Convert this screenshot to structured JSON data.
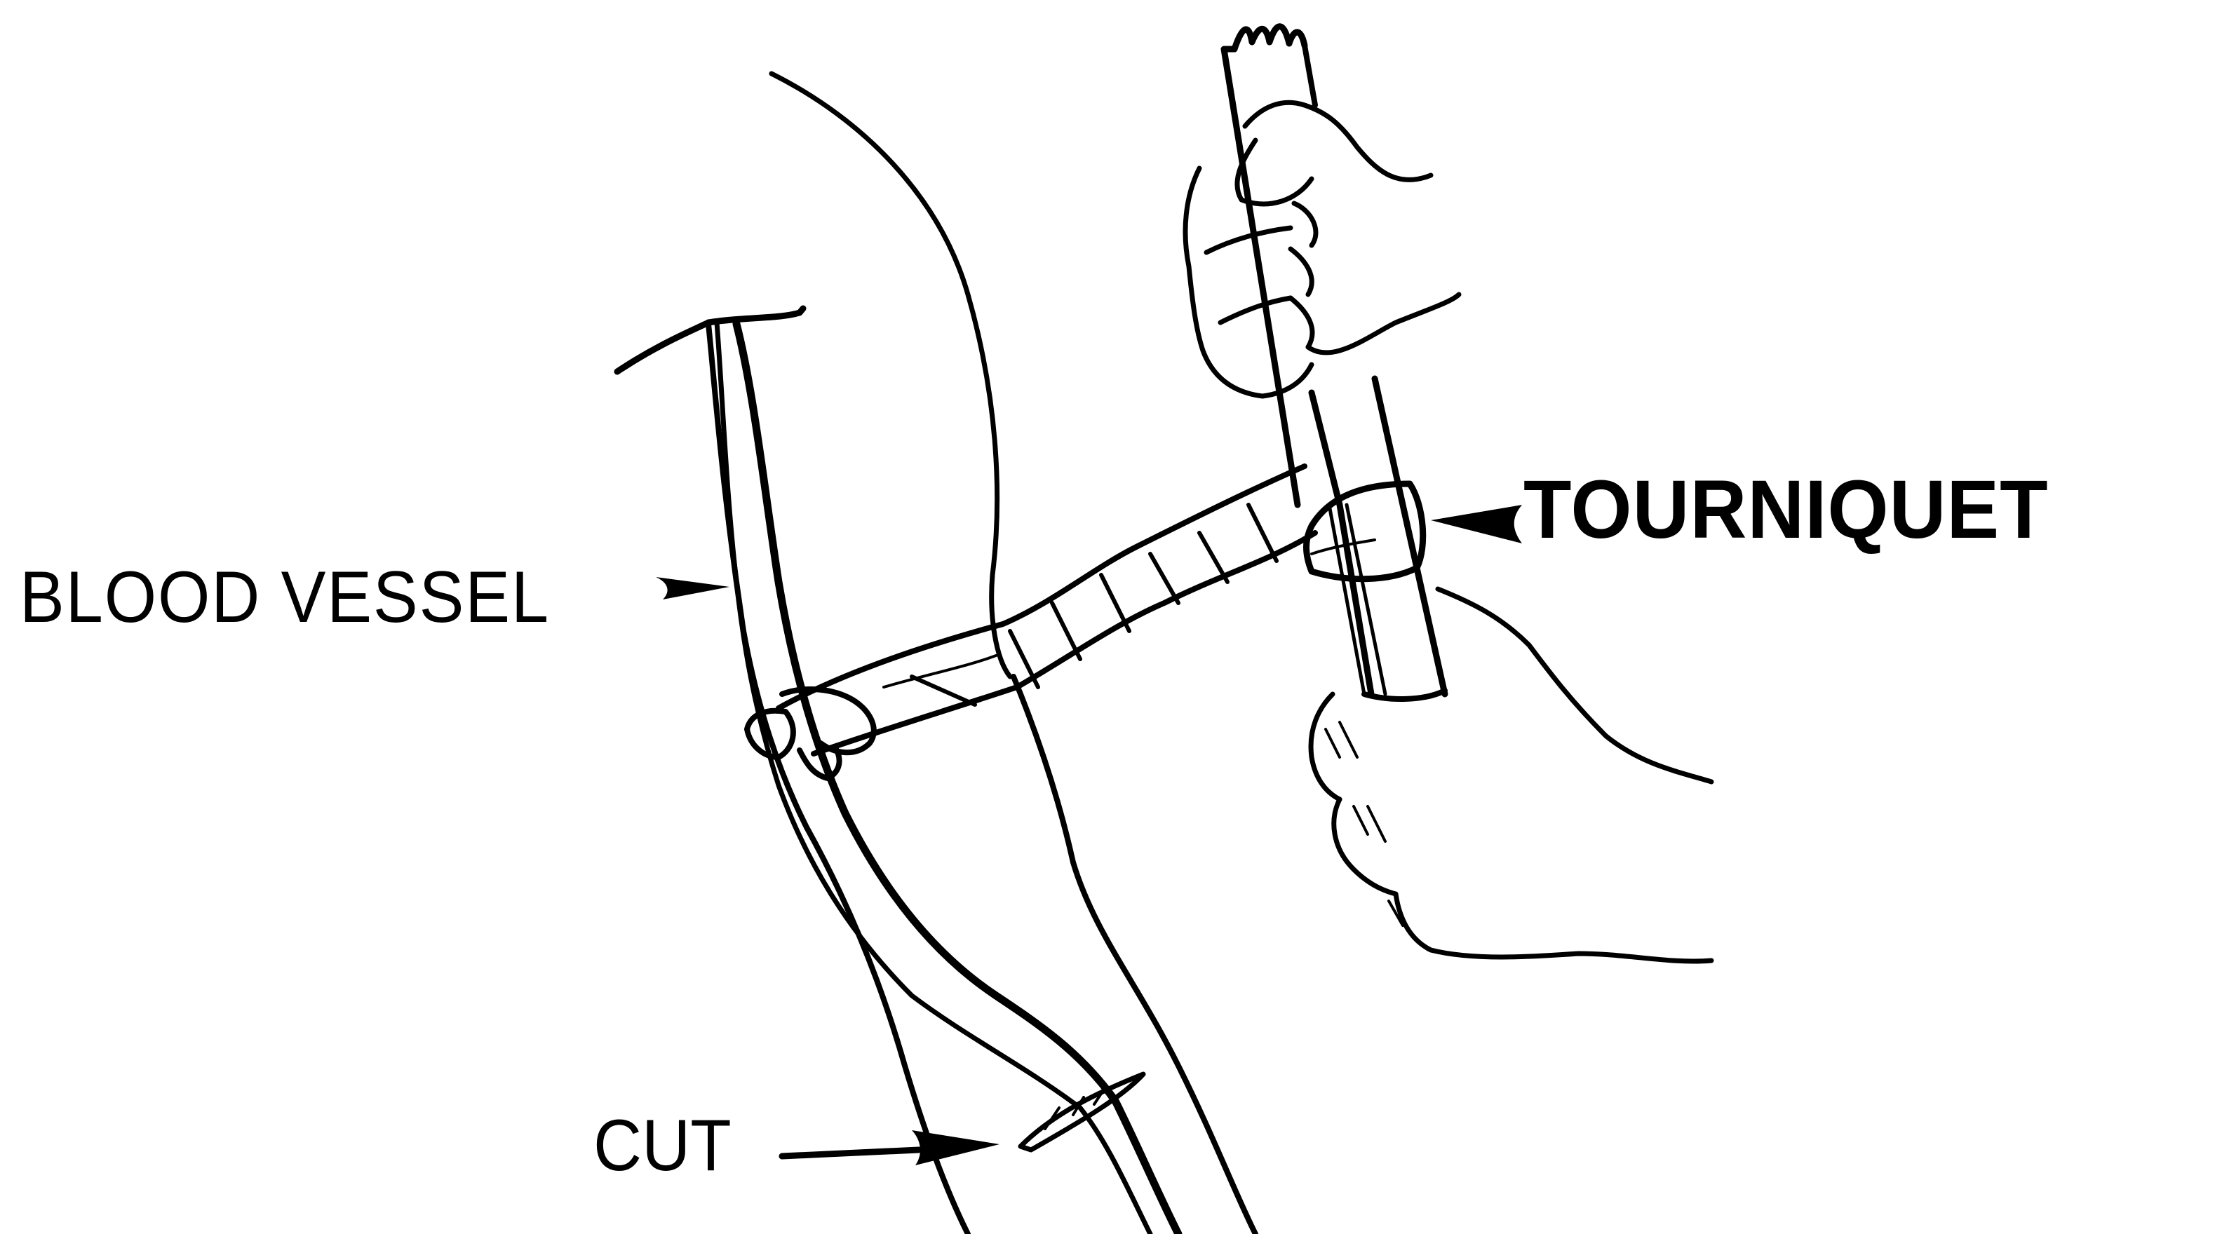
{
  "figure": {
    "subject": "Applying a tourniquet to a leg",
    "style": "black-and-white line-art illustration",
    "background_color": "#ffffff",
    "ink_color": "#000000"
  },
  "labels": {
    "blood_vessel": "BLOOD VESSEL",
    "tourniquet": "TOURNIQUET",
    "cut": "CUT"
  },
  "elements": {
    "leg": "leg-outline",
    "vessel": "blood-vessel",
    "band": "twisted-cloth-band",
    "knot": "square-knot",
    "stick": "windlass-stick",
    "upper_hand": "hand-gripping-stick-top",
    "lower_hand": "hand-holding-stick-bottom",
    "wound": "cut-wound"
  }
}
